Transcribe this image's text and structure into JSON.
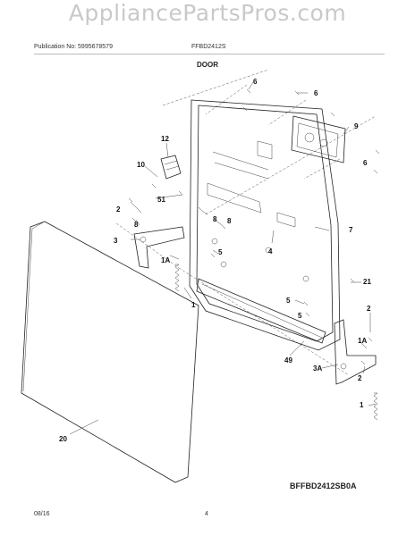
{
  "watermark": "AppliancePartsPros.com",
  "header": {
    "publication": "Publication No: 5995678579",
    "model": "FFBD2412S"
  },
  "section_title": "DOOR",
  "diagram_code": "BFFBD2412SB0A",
  "footer": {
    "date": "08/16",
    "page": "4"
  },
  "callouts": [
    "6",
    "6",
    "9",
    "12",
    "10",
    "6",
    "2",
    "51",
    "8",
    "8",
    "8",
    "3",
    "4",
    "7",
    "5",
    "5",
    "1A",
    "1",
    "21",
    "5",
    "2",
    "1A",
    "49",
    "3A",
    "2",
    "1",
    "20"
  ]
}
